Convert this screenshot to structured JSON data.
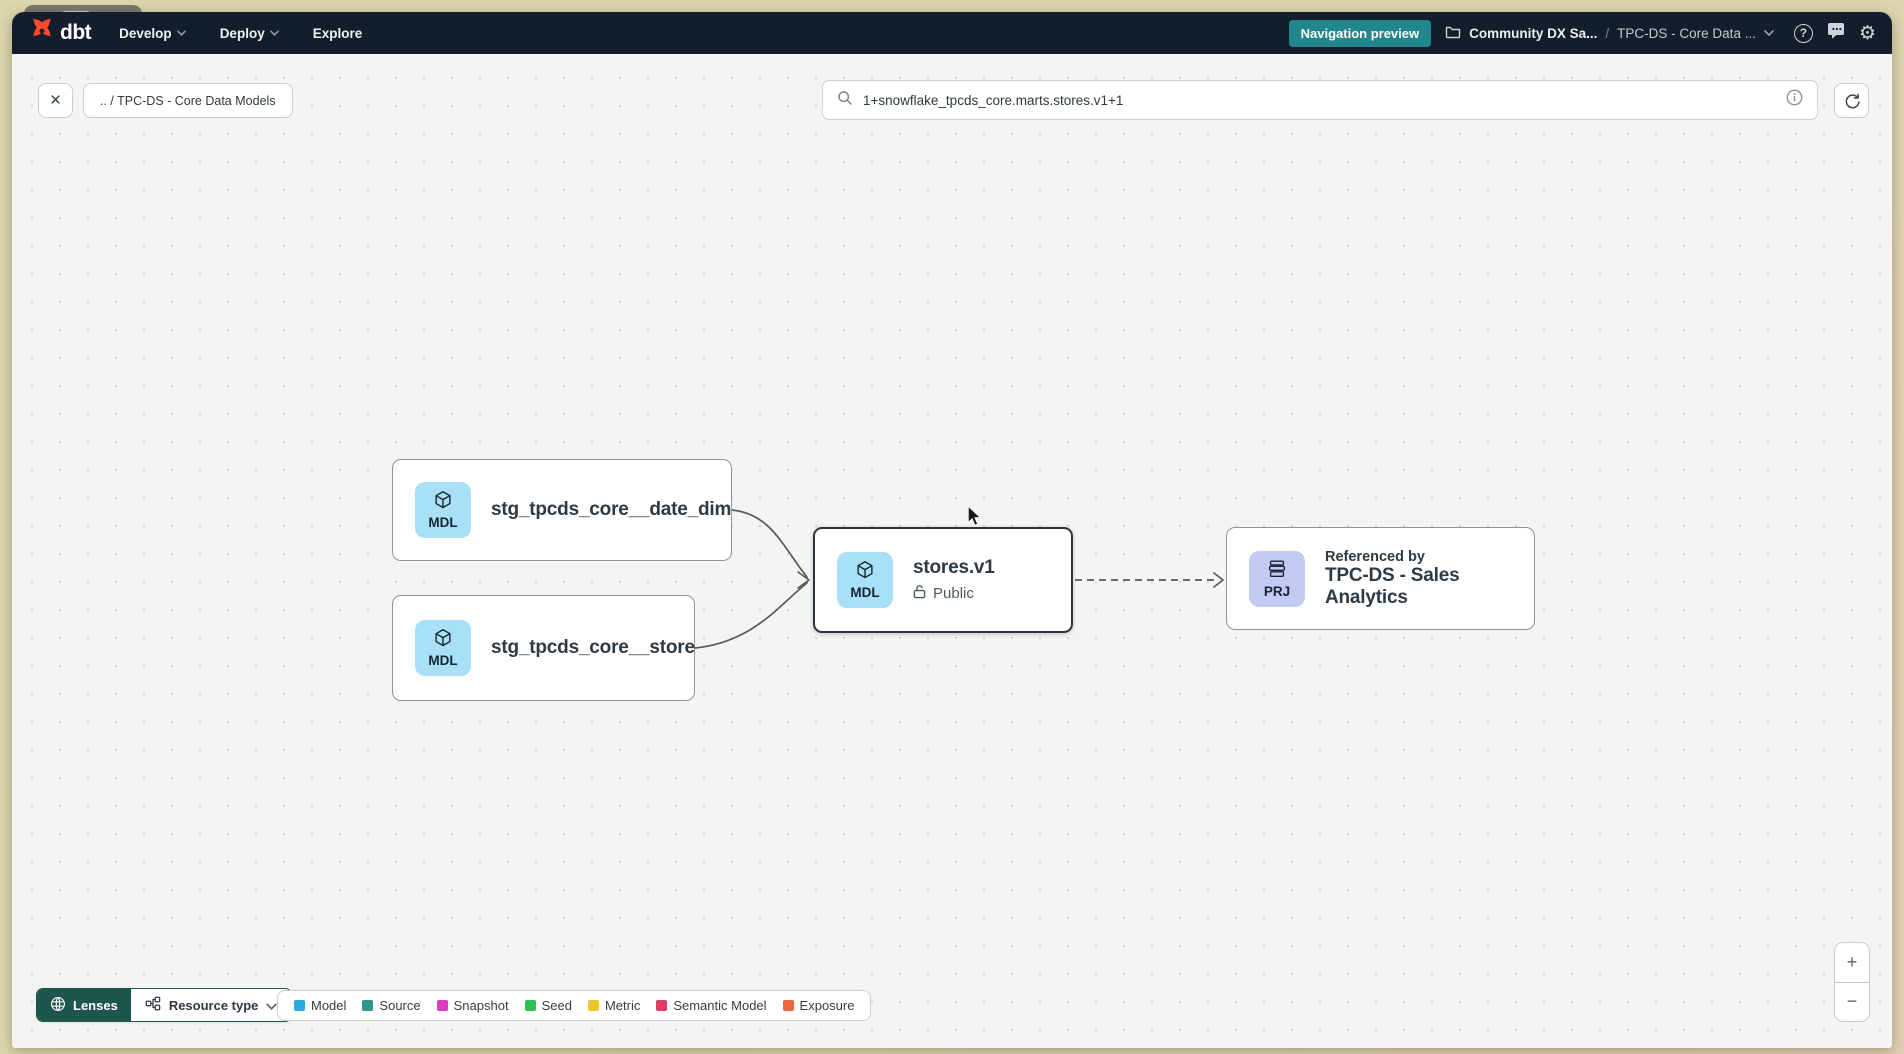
{
  "navbar": {
    "logo_text": "dbt",
    "items": [
      {
        "label": "Develop"
      },
      {
        "label": "Deploy"
      },
      {
        "label": "Explore"
      }
    ],
    "preview_badge": "Navigation preview",
    "breadcrumb": {
      "project": "Community DX Sa...",
      "separator": "/",
      "environment": "TPC-DS - Core Data ..."
    },
    "help_glyph": "?"
  },
  "toolbar": {
    "close_glyph": "×",
    "breadcrumb_chip": ".. / TPC-DS - Core Data Models",
    "search_value": "1+snowflake_tpcds_core.marts.stores.v1+1"
  },
  "graph": {
    "nodes": [
      {
        "badge": "MDL",
        "label": "stg_tpcds_core__date_dim"
      },
      {
        "badge": "MDL",
        "label": "stg_tpcds_core__store"
      },
      {
        "badge": "MDL",
        "label": "stores.v1",
        "access": "Public",
        "selected": true
      },
      {
        "badge": "PRJ",
        "kicker": "Referenced by",
        "label": "TPC-DS - Sales Analytics"
      }
    ]
  },
  "footer": {
    "lenses_label": "Lenses",
    "resource_type_label": "Resource type",
    "legend": [
      {
        "label": "Model",
        "color": "#29a7e2"
      },
      {
        "label": "Source",
        "color": "#2f988e"
      },
      {
        "label": "Snapshot",
        "color": "#dc3ac2"
      },
      {
        "label": "Seed",
        "color": "#30bf52"
      },
      {
        "label": "Metric",
        "color": "#e9c62e"
      },
      {
        "label": "Semantic Model",
        "color": "#e23a60"
      },
      {
        "label": "Exposure",
        "color": "#ec6742"
      }
    ],
    "zoom_in_glyph": "+",
    "zoom_out_glyph": "−"
  },
  "colors": {
    "navbar_bg": "#141d2b",
    "preview_badge_bg": "#22868c",
    "lenses_bg": "#1d564d",
    "model_badge_bg": "#a8e1f7",
    "project_badge_bg": "#c3cbf5",
    "logo_orange": "#ff4a2d"
  }
}
